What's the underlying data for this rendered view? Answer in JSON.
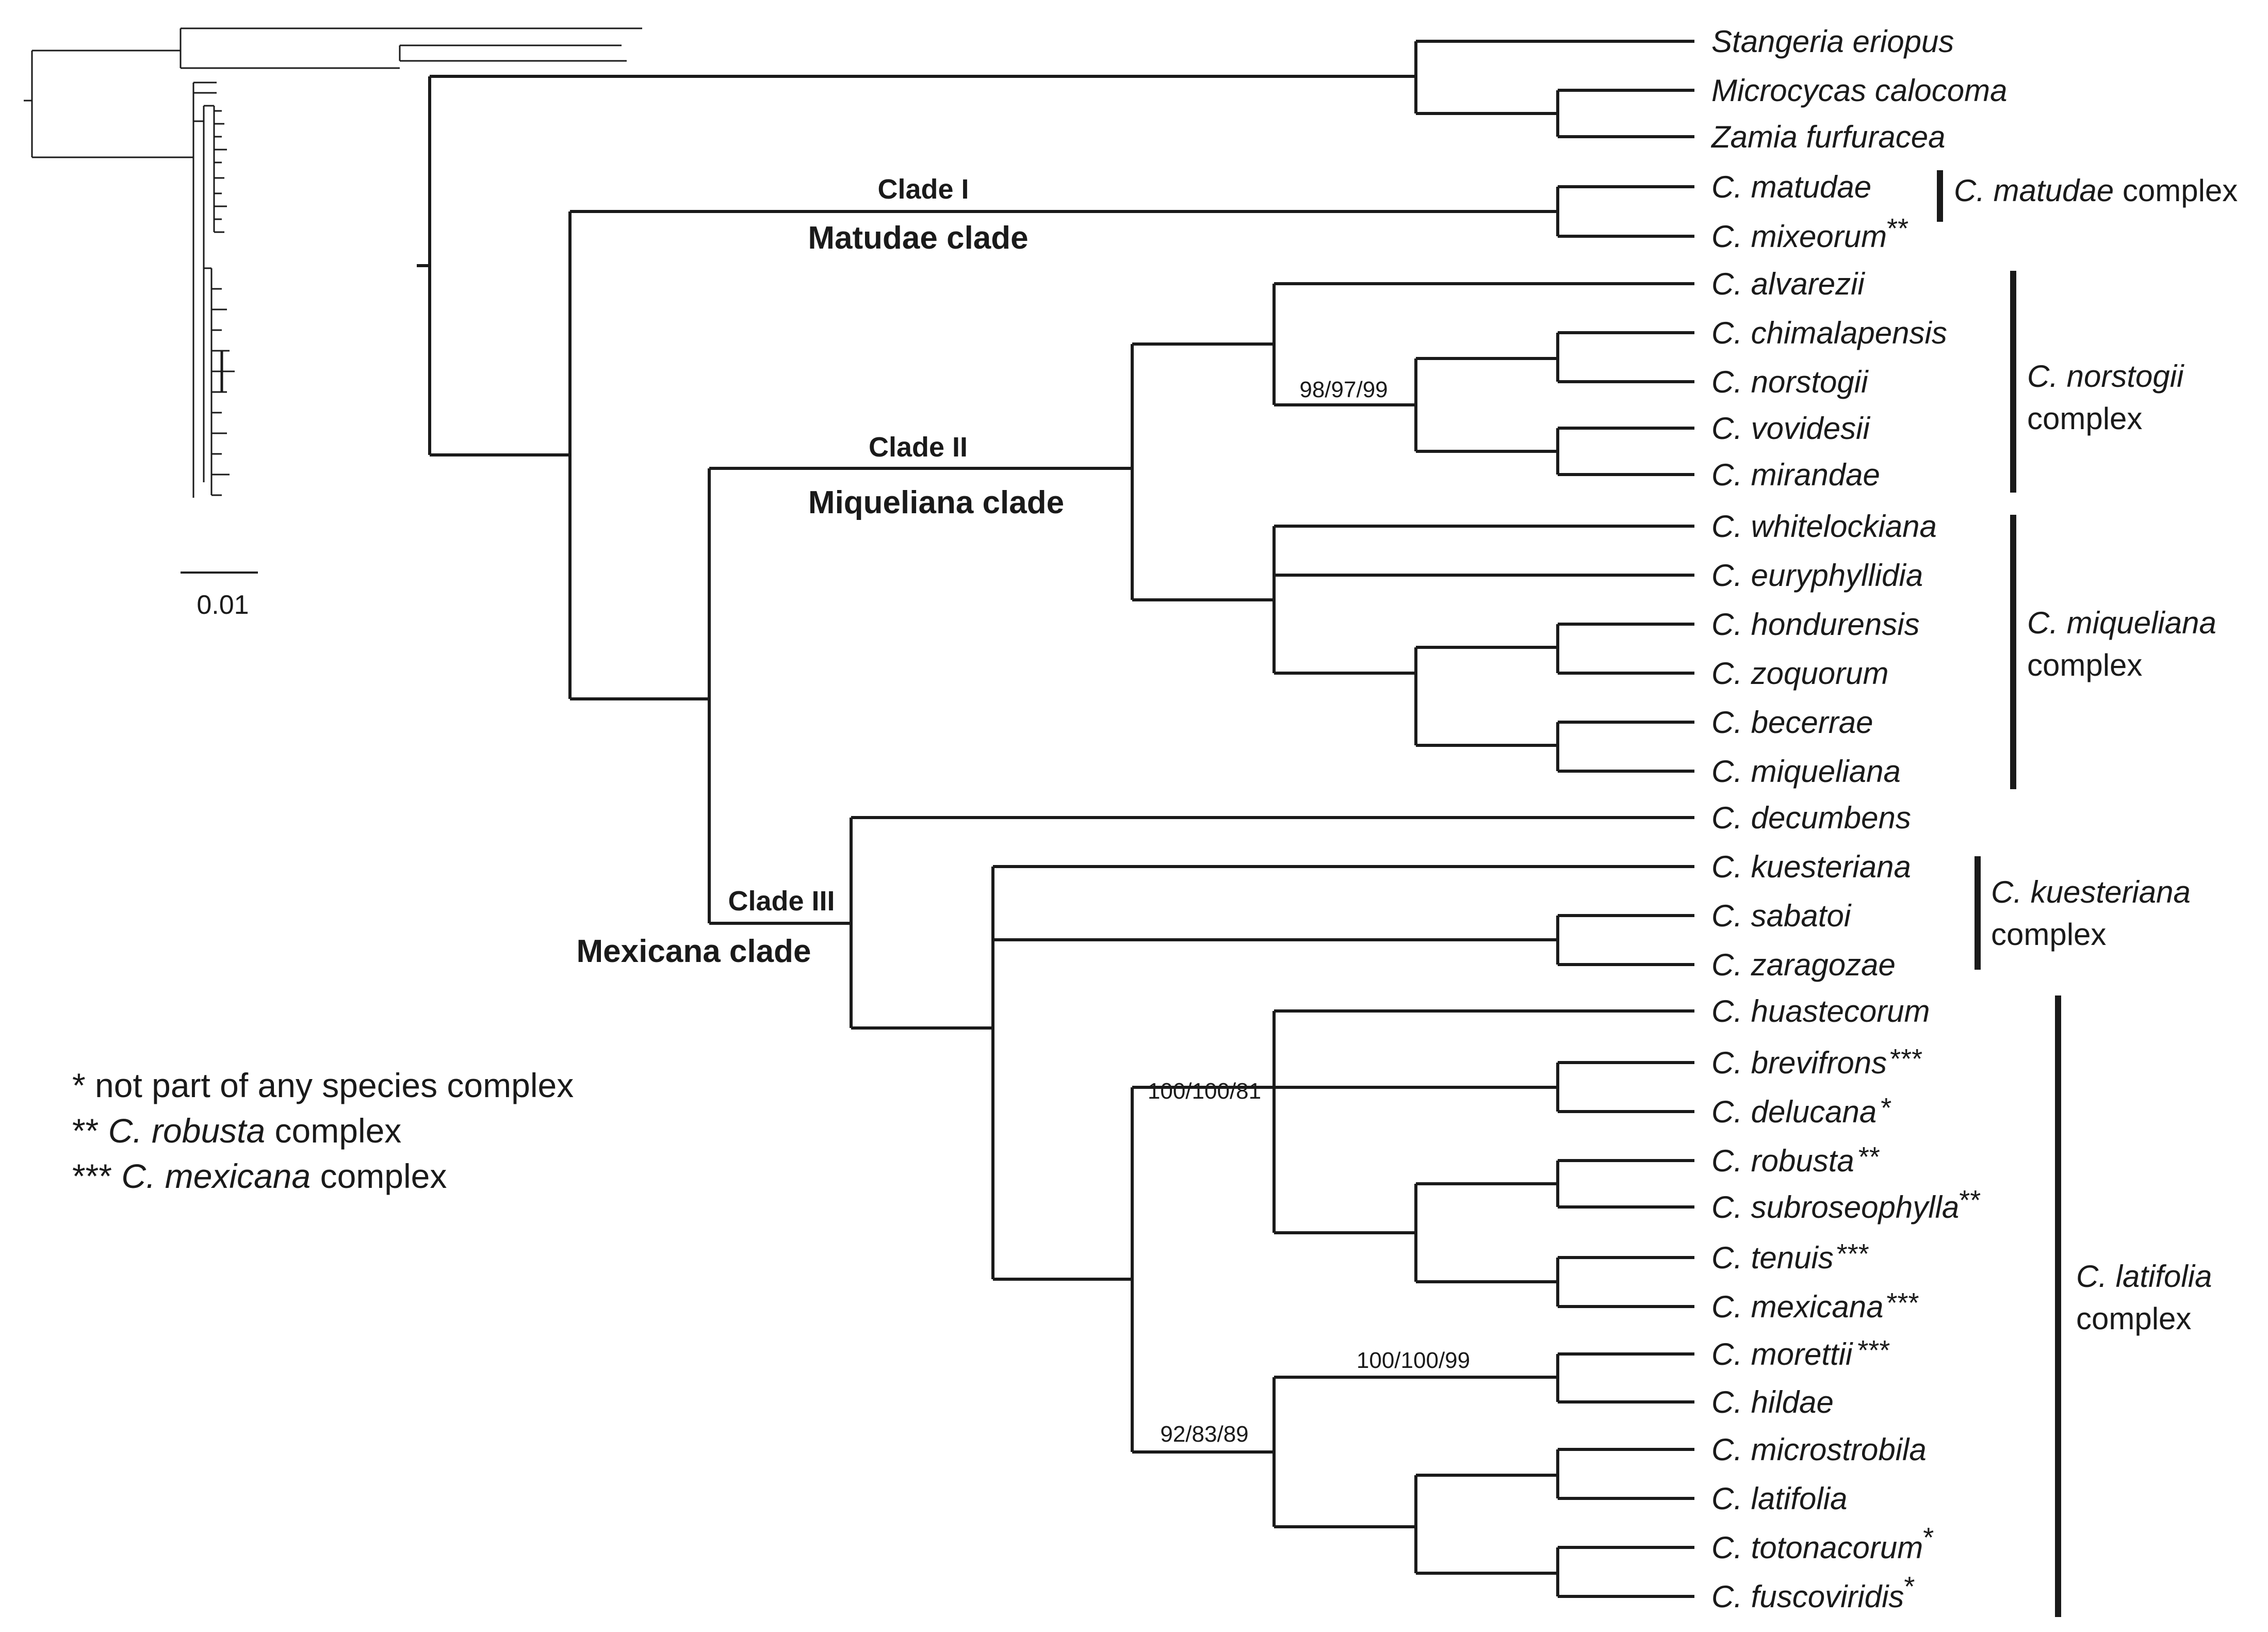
{
  "scale_bar": {
    "label": "0.01"
  },
  "outgroup": [
    "Stangeria eriopus",
    "Microcycas calocoma",
    "Zamia furfuracea"
  ],
  "taxa": [
    {
      "genus": "C.",
      "epithet": "matudae",
      "mark": ""
    },
    {
      "genus": "C.",
      "epithet": "mixeorum",
      "mark": "**"
    },
    {
      "genus": "C.",
      "epithet": "alvarezii",
      "mark": ""
    },
    {
      "genus": "C.",
      "epithet": "chimalapensis",
      "mark": ""
    },
    {
      "genus": "C.",
      "epithet": "norstogii",
      "mark": ""
    },
    {
      "genus": "C.",
      "epithet": "vovidesii",
      "mark": ""
    },
    {
      "genus": "C.",
      "epithet": "mirandae",
      "mark": ""
    },
    {
      "genus": "C.",
      "epithet": "whitelockiana",
      "mark": ""
    },
    {
      "genus": "C.",
      "epithet": "euryphyllidia",
      "mark": ""
    },
    {
      "genus": "C.",
      "epithet": "hondurensis",
      "mark": ""
    },
    {
      "genus": "C.",
      "epithet": "zoquorum",
      "mark": ""
    },
    {
      "genus": "C.",
      "epithet": "becerrae",
      "mark": ""
    },
    {
      "genus": "C.",
      "epithet": "miqueliana",
      "mark": ""
    },
    {
      "genus": "C.",
      "epithet": "decumbens",
      "mark": ""
    },
    {
      "genus": "C.",
      "epithet": "kuesteriana",
      "mark": ""
    },
    {
      "genus": "C.",
      "epithet": "sabatoi",
      "mark": ""
    },
    {
      "genus": "C.",
      "epithet": "zaragozae",
      "mark": ""
    },
    {
      "genus": "C.",
      "epithet": "huastecorum",
      "mark": ""
    },
    {
      "genus": "C.",
      "epithet": "brevifrons",
      "mark": "***"
    },
    {
      "genus": "C.",
      "epithet": "delucana",
      "mark": "*"
    },
    {
      "genus": "C.",
      "epithet": "robusta",
      "mark": "**"
    },
    {
      "genus": "C.",
      "epithet": "subroseophylla",
      "mark": "**"
    },
    {
      "genus": "C.",
      "epithet": "tenuis",
      "mark": "***"
    },
    {
      "genus": "C.",
      "epithet": "mexicana",
      "mark": "***"
    },
    {
      "genus": "C.",
      "epithet": "morettii",
      "mark": "***"
    },
    {
      "genus": "C.",
      "epithet": "hildae",
      "mark": ""
    },
    {
      "genus": "C.",
      "epithet": "microstrobila",
      "mark": ""
    },
    {
      "genus": "C.",
      "epithet": "latifolia",
      "mark": ""
    },
    {
      "genus": "C.",
      "epithet": "totonacorum",
      "mark": "*"
    },
    {
      "genus": "C.",
      "epithet": "fuscoviridis",
      "mark": "*"
    }
  ],
  "clades": [
    {
      "number": "Clade I",
      "name": "Matudae clade"
    },
    {
      "number": "Clade II",
      "name": "Miqueliana clade"
    },
    {
      "number": "Clade III",
      "name": "Mexicana clade"
    }
  ],
  "support_values": [
    "98/97/99",
    "100/100/81",
    "100/100/99",
    "92/83/89"
  ],
  "complexes": [
    {
      "italic": "C. matudae",
      "rest": "complex"
    },
    {
      "italic": "C. norstogii",
      "rest": "complex"
    },
    {
      "italic": "C. miqueliana",
      "rest": "complex"
    },
    {
      "italic": "C. kuesteriana",
      "rest": "complex"
    },
    {
      "italic": "C. latifolia",
      "rest": "complex"
    }
  ],
  "legend": [
    {
      "marker": "*",
      "italic": "",
      "text": "not part of any species complex"
    },
    {
      "marker": "**",
      "italic": "C. robusta",
      "text": "complex"
    },
    {
      "marker": "***",
      "italic": "C. mexicana",
      "text": "complex"
    }
  ]
}
